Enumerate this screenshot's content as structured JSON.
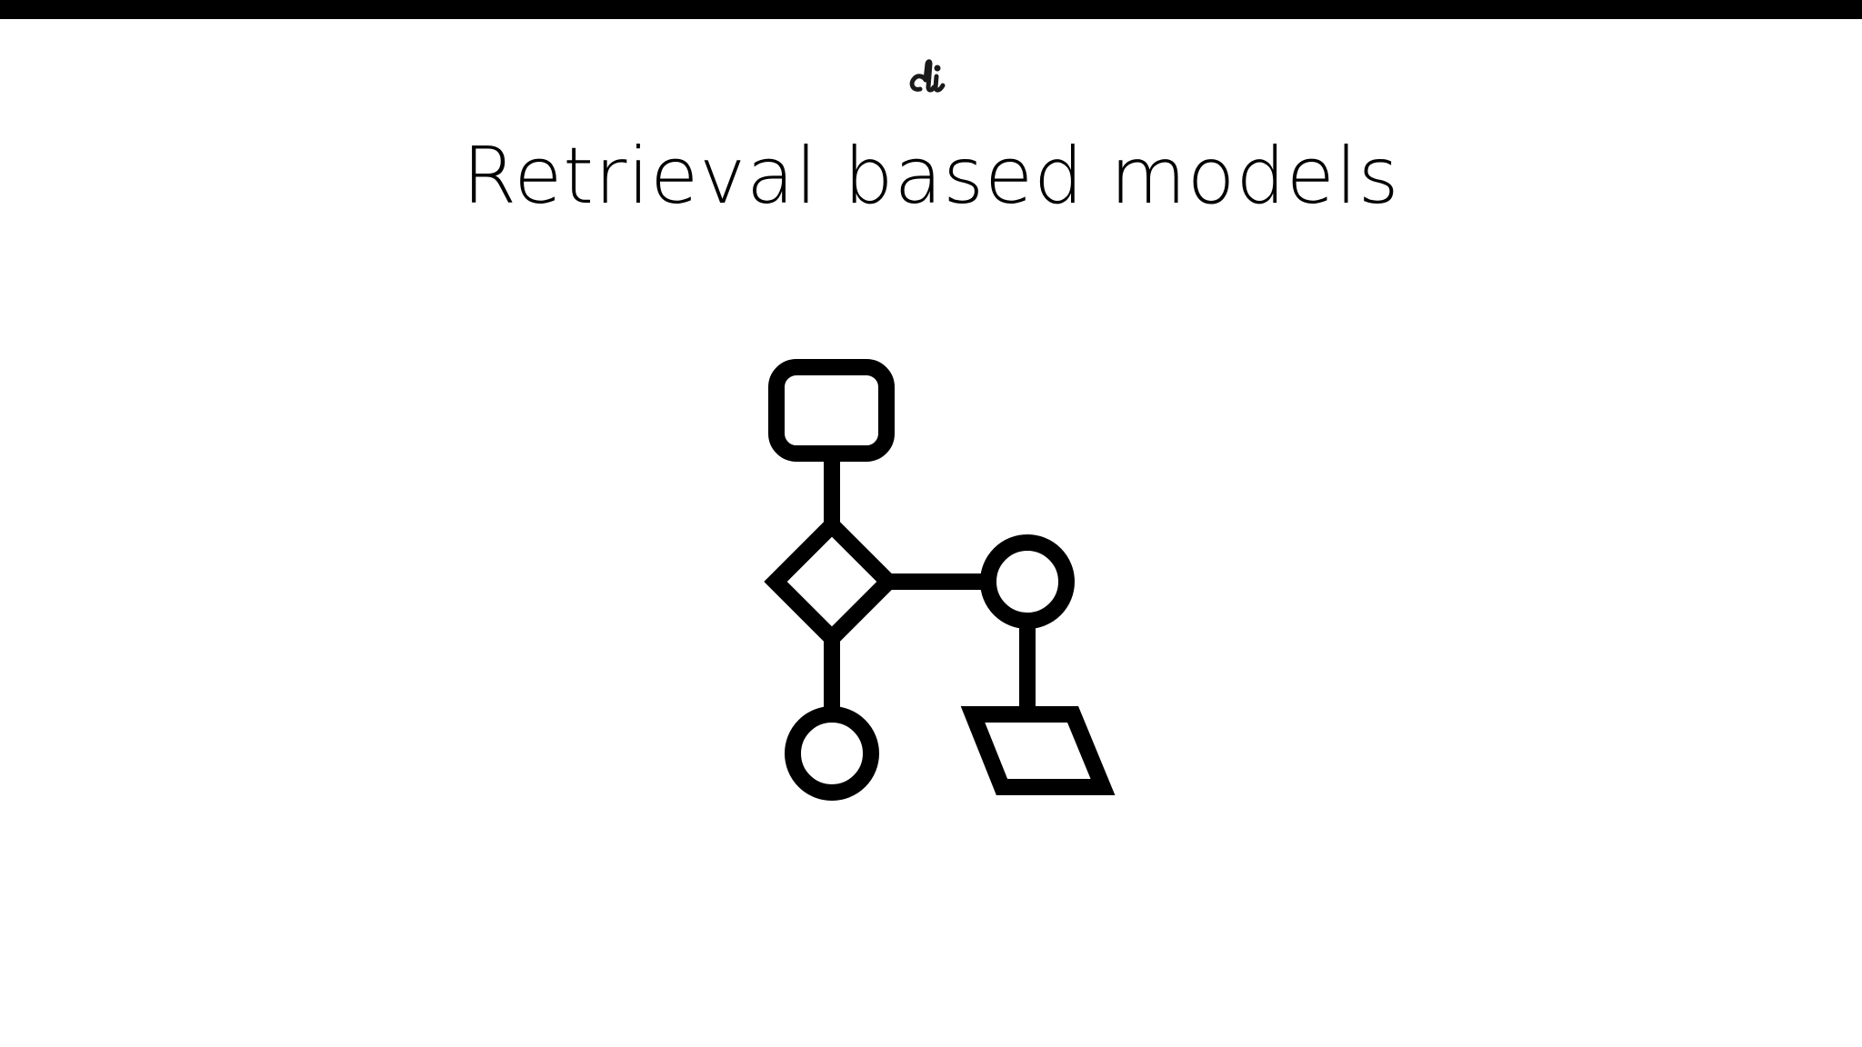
{
  "slide": {
    "logo_icon": "di-logo-icon",
    "title": "Retrieval based models"
  },
  "colors": {
    "background": "#ffffff",
    "foreground": "#000000"
  },
  "illustration": {
    "icon": "flowchart-icon",
    "shapes": [
      "rounded-rectangle",
      "diamond",
      "circle",
      "circle",
      "parallelogram"
    ]
  }
}
